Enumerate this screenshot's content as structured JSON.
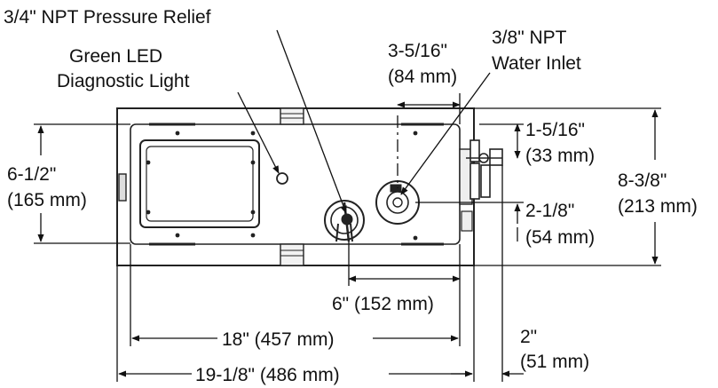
{
  "callouts": {
    "pressure_relief": "3/4\" NPT Pressure Relief",
    "led_line1": "Green LED",
    "led_line2": "Diagnostic Light",
    "inlet_line1": "3/8\" NPT",
    "inlet_line2": "Water Inlet"
  },
  "dimensions": {
    "inlet_offset_line1": "3-5/16\"",
    "inlet_offset_line2": "(84 mm)",
    "height_inner_line1": "6-1/2\"",
    "height_inner_line2": "(165 mm)",
    "top_offset_line1": "1-5/16\"",
    "top_offset_line2": "(33 mm)",
    "height_outer_line1": "8-3/8\"",
    "height_outer_line2": "(213 mm)",
    "center_offset_line1": "2-1/8\"",
    "center_offset_line2": "(54 mm)",
    "relief_spacing": "6\" (152 mm)",
    "width_inner": "18\" (457 mm)",
    "width_outer": "19-1/8\" (486 mm)",
    "side_offset_line1": "2\"",
    "side_offset_line2": "(51 mm)"
  },
  "colors": {
    "ink": "#111111",
    "outline": "#222222",
    "background": "#ffffff"
  }
}
